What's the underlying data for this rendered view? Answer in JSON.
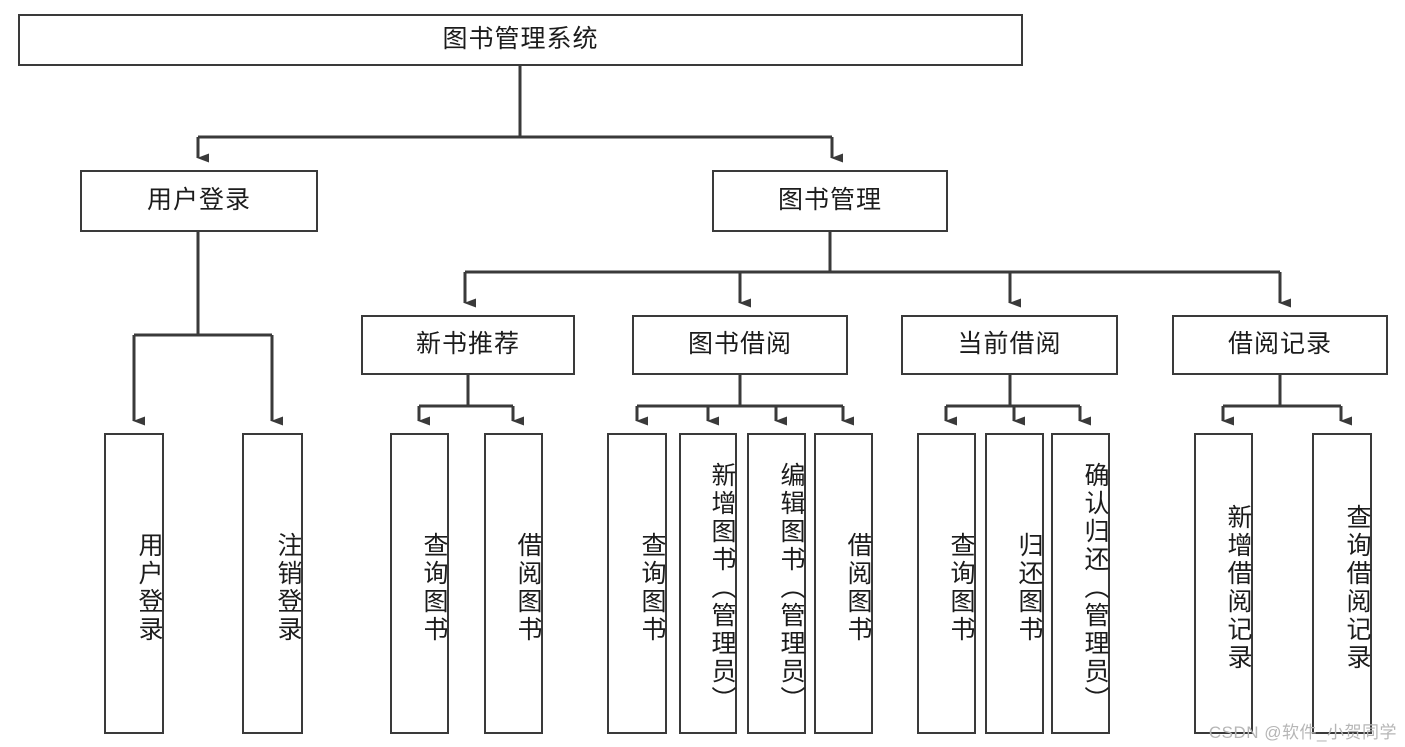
{
  "diagram": {
    "type": "tree",
    "title": "图书管理系统",
    "root": {
      "label": "图书管理系统"
    },
    "level2": [
      {
        "label": "用户登录"
      },
      {
        "label": "图书管理"
      }
    ],
    "level3": [
      {
        "label": "新书推荐"
      },
      {
        "label": "图书借阅"
      },
      {
        "label": "当前借阅"
      },
      {
        "label": "借阅记录"
      }
    ],
    "leaves": {
      "user_login": [
        {
          "label": "用户登录"
        },
        {
          "label": "注销登录"
        }
      ],
      "new_book_recommend": [
        {
          "label": "查询图书"
        },
        {
          "label": "借阅图书"
        }
      ],
      "book_borrow": [
        {
          "label": "查询图书"
        },
        {
          "label": "新增图书（管理员）"
        },
        {
          "label": "编辑图书（管理员）"
        },
        {
          "label": "借阅图书"
        }
      ],
      "current_borrow": [
        {
          "label": "查询图书"
        },
        {
          "label": "归还图书"
        },
        {
          "label": "确认归还（管理员）"
        }
      ],
      "borrow_record": [
        {
          "label": "新增借阅记录"
        },
        {
          "label": "查询借阅记录"
        }
      ]
    },
    "colors": {
      "stroke": "#3a3a3a",
      "text": "#1c1c1c",
      "background": "#ffffff",
      "watermark": "#b6b6b6"
    }
  },
  "watermark": {
    "text": "CSDN @软件_小贺同学"
  }
}
